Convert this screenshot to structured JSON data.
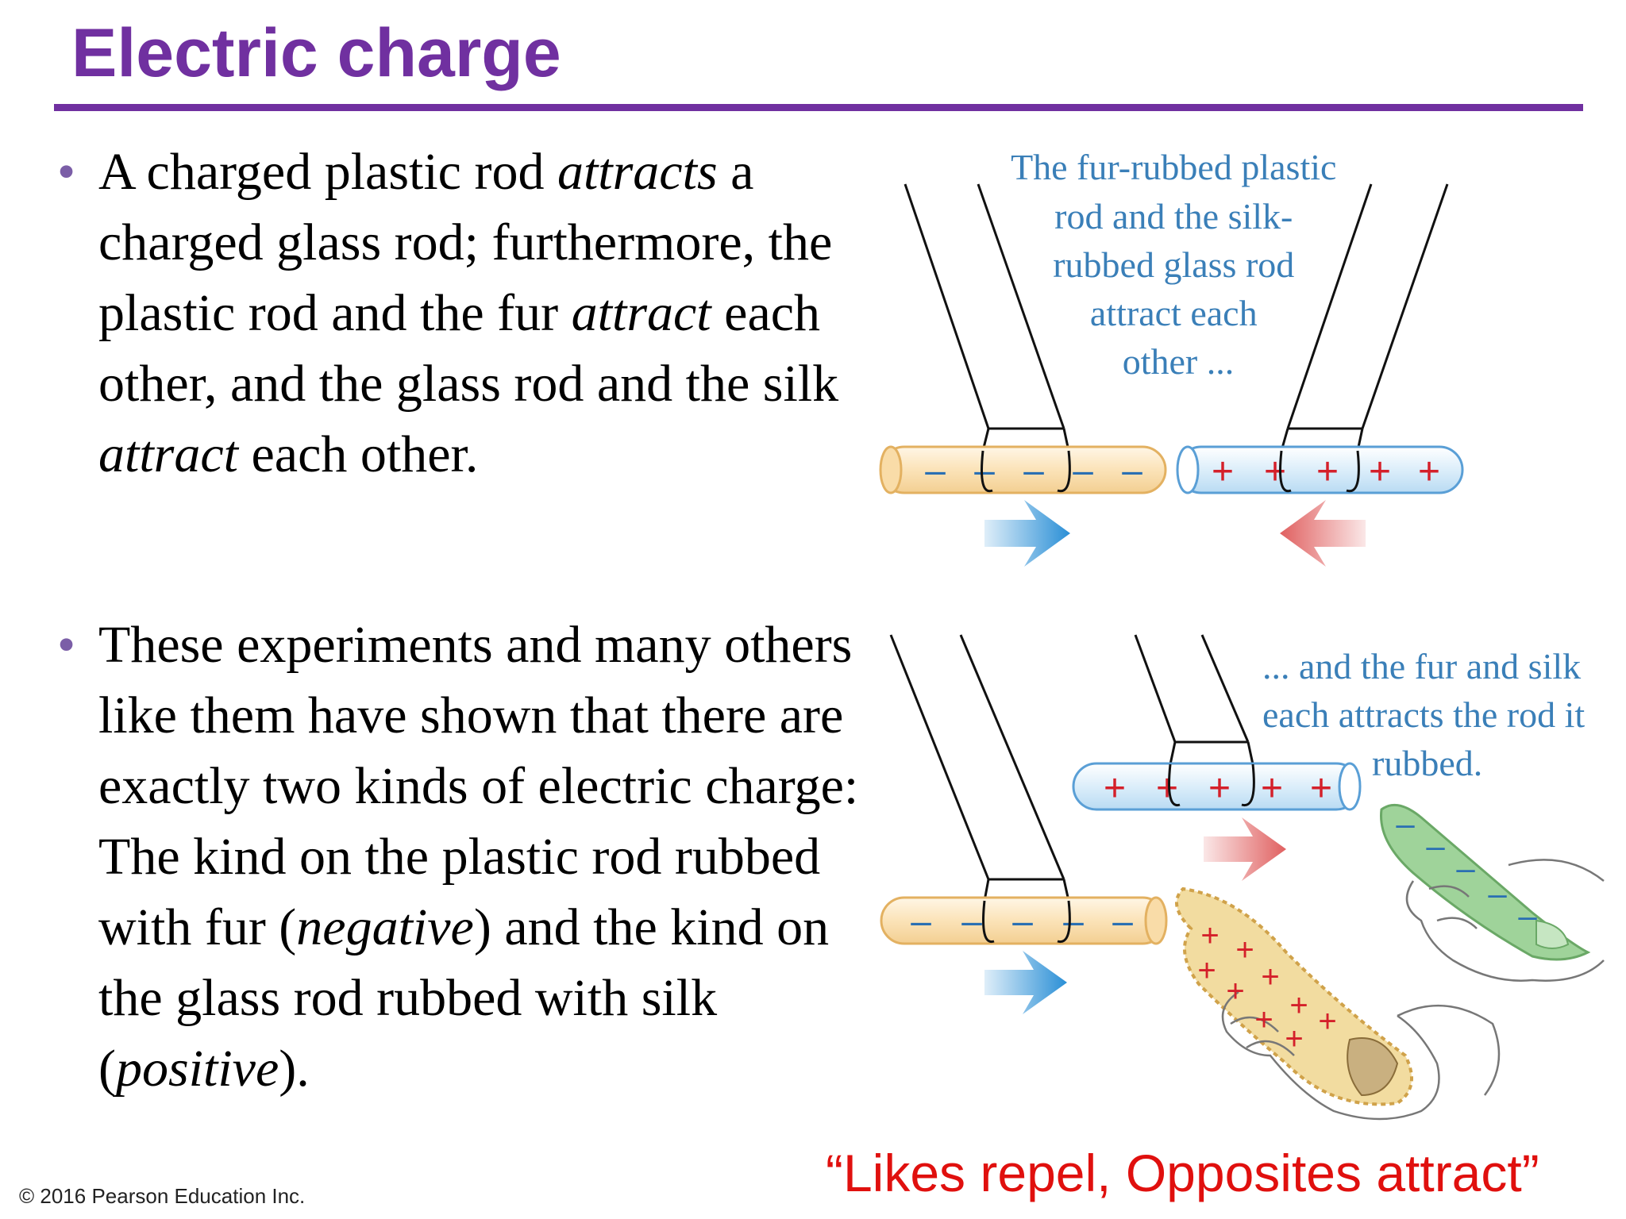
{
  "slide": {
    "title": "Electric charge",
    "bullets": [
      {
        "parts": [
          {
            "text": "A charged plastic rod ",
            "italic": false
          },
          {
            "text": "attracts",
            "italic": true
          },
          {
            "text": " a charged glass rod; furthermore, the plastic rod and the fur ",
            "italic": false
          },
          {
            "text": "attract",
            "italic": true
          },
          {
            "text": " each other, and the glass rod and the silk ",
            "italic": false
          },
          {
            "text": "attract",
            "italic": true
          },
          {
            "text": " each other.",
            "italic": false
          }
        ]
      },
      {
        "parts": [
          {
            "text": "These experiments and many others like them have shown that there are exactly two kinds of electric charge: The kind on the plastic rod rubbed with fur (",
            "italic": false
          },
          {
            "text": "negative",
            "italic": true
          },
          {
            "text": ") and the kind on the glass rod rubbed with silk (",
            "italic": false
          },
          {
            "text": "positive",
            "italic": true
          },
          {
            "text": ").",
            "italic": false
          }
        ]
      }
    ],
    "bullet_glyph": "•",
    "copyright": "© 2016 Pearson Education Inc.",
    "tagline": "“Likes repel, Opposites attract”"
  },
  "figure_top": {
    "caption_lines": [
      "The fur-rubbed plastic",
      "rod and the silk-",
      "rubbed glass rod",
      "attract each",
      "other ..."
    ],
    "plastic_rod_signs": [
      "–",
      "–",
      "–",
      "–",
      "–"
    ],
    "glass_rod_signs": [
      "+",
      "+",
      "+",
      "+",
      "+"
    ]
  },
  "figure_bottom": {
    "caption_lines": [
      "... and the fur and silk",
      "each attracts the rod it",
      "rubbed."
    ],
    "glass_rod_signs": [
      "+",
      "+",
      "+",
      "+",
      "+"
    ],
    "plastic_rod_signs": [
      "–",
      "–",
      "–",
      "–",
      "–"
    ],
    "fur_signs": [
      "+",
      "+",
      "+",
      "+",
      "+",
      "+",
      "+",
      "+",
      "+"
    ],
    "silk_signs": [
      "–",
      "–",
      "–",
      "–",
      "–"
    ]
  },
  "colors": {
    "title": "#7030a0",
    "tagline": "#e0100e",
    "caption": "#3a7fb8",
    "arrow_blue": "#2a8fd6",
    "arrow_red": "#e06060",
    "plastic_rod": "#fbe3b8",
    "glass_rod": "#dceefa",
    "silk": "#9fd39a",
    "fur": "#f2dca0"
  }
}
